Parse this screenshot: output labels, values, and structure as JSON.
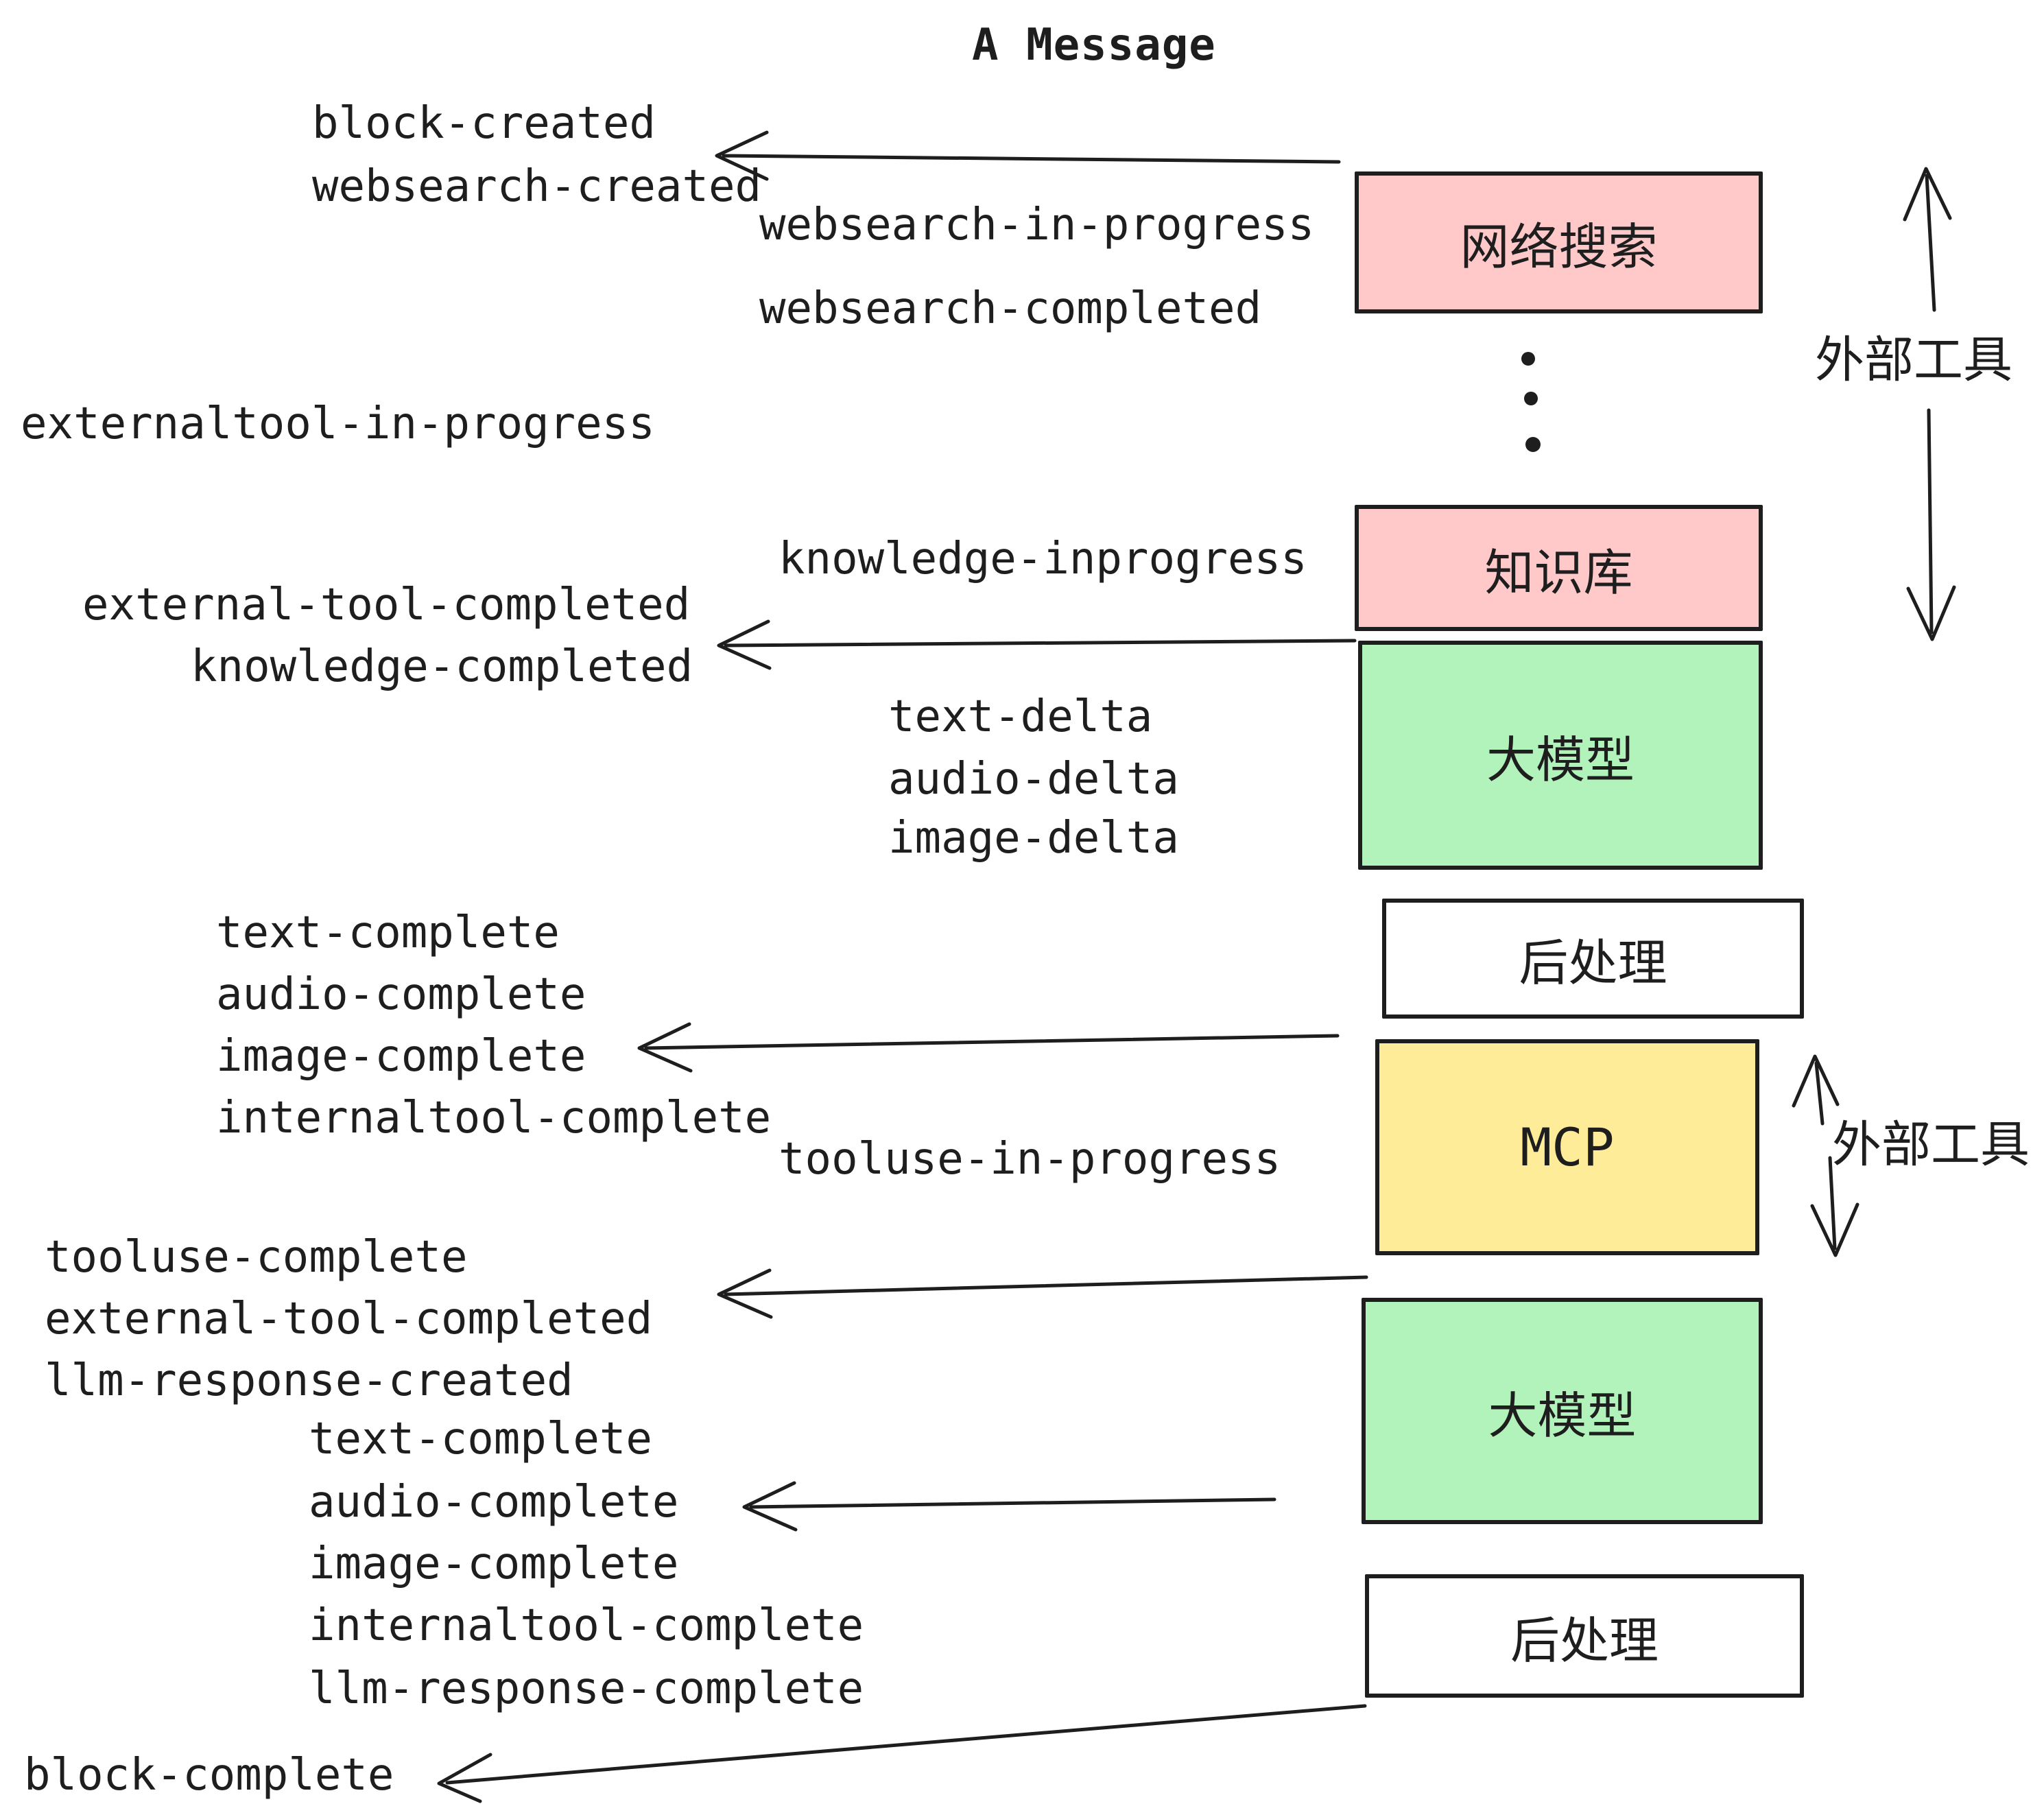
{
  "title": "A Message",
  "colors": {
    "pink": "#ffc9c9",
    "green": "#b2f2bb",
    "yellow": "#ffec99",
    "white": "#ffffff",
    "stroke": "#1e1e1e",
    "text": "#1e1e1e"
  },
  "events": [
    {
      "id": "block-created",
      "label": "block-created"
    },
    {
      "id": "websearch-created",
      "label": "websearch-created"
    },
    {
      "id": "websearch-in-progress",
      "label": "websearch-in-progress"
    },
    {
      "id": "websearch-completed",
      "label": "websearch-completed"
    },
    {
      "id": "externaltool-in-progress",
      "label": "externaltool-in-progress"
    },
    {
      "id": "knowledge-inprogress",
      "label": "knowledge-inprogress"
    },
    {
      "id": "external-tool-completed",
      "label": "external-tool-completed"
    },
    {
      "id": "knowledge-completed",
      "label": "knowledge-completed"
    },
    {
      "id": "text-delta",
      "label": "text-delta"
    },
    {
      "id": "audio-delta",
      "label": "audio-delta"
    },
    {
      "id": "image-delta",
      "label": "image-delta"
    },
    {
      "id": "text-complete",
      "label": "text-complete"
    },
    {
      "id": "audio-complete",
      "label": "audio-complete"
    },
    {
      "id": "image-complete",
      "label": "image-complete"
    },
    {
      "id": "internaltool-complete",
      "label": "internaltool-complete"
    },
    {
      "id": "tooluse-in-progress",
      "label": "tooluse-in-progress"
    },
    {
      "id": "tooluse-complete",
      "label": "tooluse-complete"
    },
    {
      "id": "external-tool-completed-2",
      "label": "external-tool-completed"
    },
    {
      "id": "llm-response-created",
      "label": "llm-response-created"
    },
    {
      "id": "text-complete-2",
      "label": "text-complete"
    },
    {
      "id": "audio-complete-2",
      "label": "audio-complete"
    },
    {
      "id": "image-complete-2",
      "label": "image-complete"
    },
    {
      "id": "internaltool-complete-2",
      "label": "internaltool-complete"
    },
    {
      "id": "llm-response-complete",
      "label": "llm-response-complete"
    },
    {
      "id": "block-complete",
      "label": "block-complete"
    }
  ],
  "boxes": [
    {
      "id": "websearch",
      "label": "网络搜索",
      "color": "#ffc9c9"
    },
    {
      "id": "knowledge",
      "label": "知识库",
      "color": "#ffc9c9"
    },
    {
      "id": "llm-1",
      "label": "大模型",
      "color": "#b2f2bb"
    },
    {
      "id": "post-1",
      "label": "后处理",
      "color": "#ffffff"
    },
    {
      "id": "mcp",
      "label": "MCP",
      "color": "#ffec99"
    },
    {
      "id": "llm-2",
      "label": "大模型",
      "color": "#b2f2bb"
    },
    {
      "id": "post-2",
      "label": "后处理",
      "color": "#ffffff"
    }
  ],
  "annotations": {
    "external_tools_top": "外部工具",
    "external_tools_mcp": "外部工具"
  },
  "decorations": {
    "ellipsis_dots": 3
  }
}
